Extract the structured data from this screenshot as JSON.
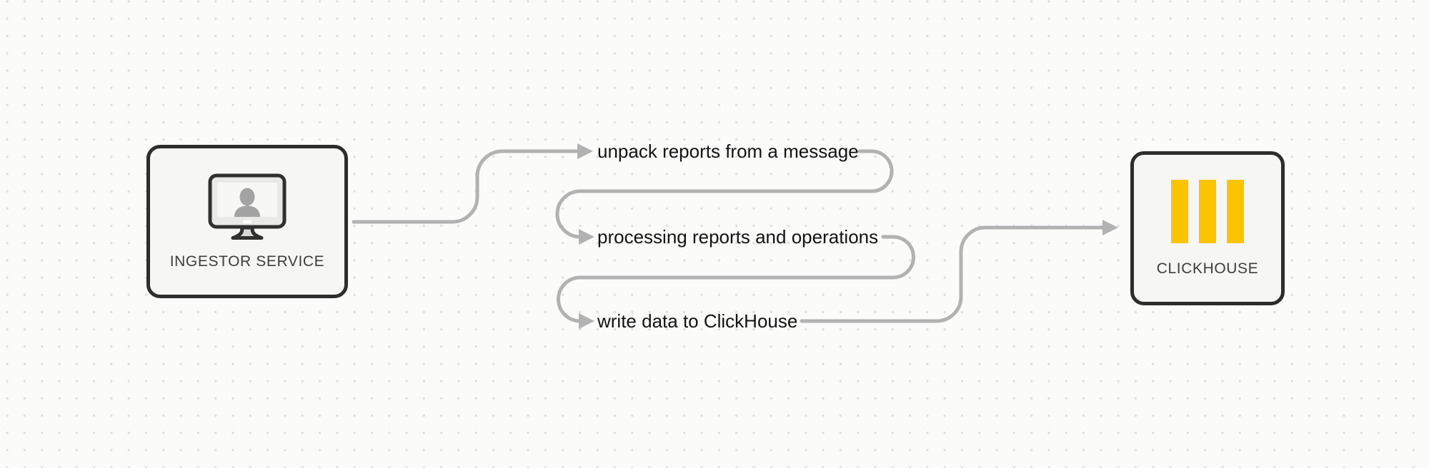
{
  "diagram": {
    "nodes": {
      "ingestor": {
        "label": "INGESTOR SERVICE",
        "icon": "user-monitor-icon"
      },
      "clickhouse": {
        "label": "CLICKHOUSE",
        "icon": "clickhouse-bars-icon"
      }
    },
    "steps": [
      {
        "label": "unpack reports from a message"
      },
      {
        "label": "processing reports and operations"
      },
      {
        "label": "write data to ClickHouse"
      }
    ],
    "colors": {
      "background": "#fbfbfa",
      "grid_dot": "#dedede",
      "node_fill": "#f6f6f4",
      "node_border": "#2d2d2d",
      "connector": "#b2b2b2",
      "step_text": "#131313",
      "node_label_text": "#3e3e3e",
      "clickhouse_yellow": "#fcc400"
    }
  }
}
